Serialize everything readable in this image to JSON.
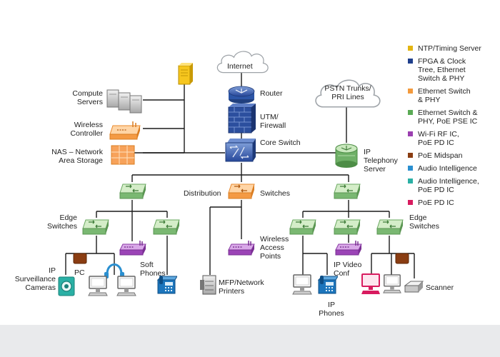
{
  "labels": {
    "internet": "Internet",
    "router": "Router",
    "utm": "UTM/\nFirewall",
    "core_switch": "Core Switch",
    "pstn": "PSTN Trunks/\nPRI Lines",
    "ip_telephony": "IP\nTelephony\nServer",
    "compute_servers": "Compute\nServers",
    "wireless_controller": "Wireless\nController",
    "nas": "NAS – Network\nArea Storage",
    "distribution": "Distribution",
    "switches": "Switches",
    "edge_left": "Edge\nSwitches",
    "edge_right": "Edge\nSwitches",
    "wireless_ap": "Wireless\nAccess\nPoints",
    "pc": "PC",
    "soft_phones": "Soft\nPhones",
    "ip_cameras": "IP\nSurveillance\nCameras",
    "mfp": "MFP/Network\nPrinters",
    "ip_video": "IP Video\nConf",
    "ip_phones": "IP\nPhones",
    "scanner": "Scanner"
  },
  "legend": [
    {
      "label": "NTP/Timing Server",
      "color": "#e3b512"
    },
    {
      "label": "FPGA & Clock\nTree, Ethernet\nSwitch & PHY",
      "color": "#1f3f8c"
    },
    {
      "label": "Ethernet Switch\n& PHY",
      "color": "#f39a3d"
    },
    {
      "label": "Ethernet Switch &\nPHY, PoE PSE IC",
      "color": "#5aaa55"
    },
    {
      "label": "Wi-Fi RF IC,\nPoE PD IC",
      "color": "#9b3fb0"
    },
    {
      "label": "PoE Midspan",
      "color": "#8a3d12"
    },
    {
      "label": "Audio Intelligence",
      "color": "#2a8fd0"
    },
    {
      "label": "Audio Intelligence,\nPoE PD IC",
      "color": "#2ab0a5"
    },
    {
      "label": "PoE PD IC",
      "color": "#d81b5f"
    }
  ]
}
